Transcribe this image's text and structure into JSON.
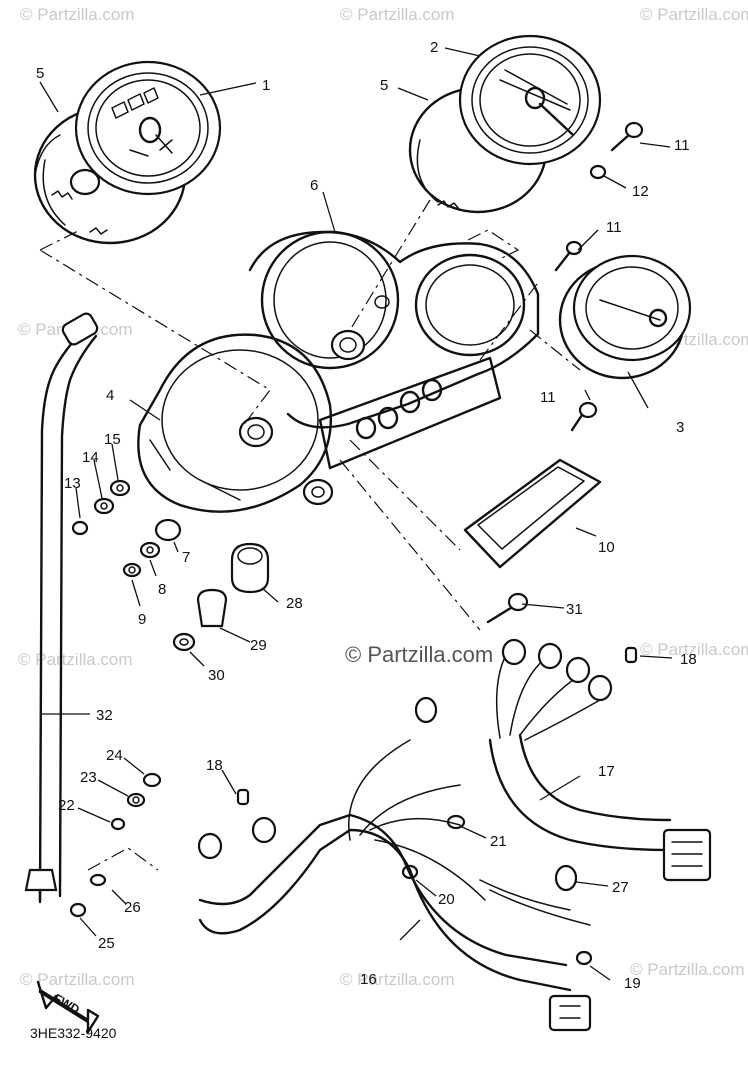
{
  "watermarks": [
    "© Partzilla.com",
    "© Partzilla.com",
    "© Partzilla.com",
    "© Partzilla.com",
    "© Partzilla.com",
    "© Partzilla.com",
    "© Partzilla.com",
    "© Partzilla.com",
    "© Partzilla.com",
    "© Partzilla.com"
  ],
  "center_watermark": "© Partzilla.com",
  "diagram_code": "3HE332-9420",
  "direction_label": "FWD",
  "callouts": [
    "1",
    "2",
    "3",
    "4",
    "5",
    "5",
    "6",
    "7",
    "8",
    "9",
    "10",
    "11",
    "11",
    "11",
    "12",
    "13",
    "14",
    "15",
    "16",
    "17",
    "18",
    "18",
    "19",
    "20",
    "21",
    "22",
    "23",
    "24",
    "25",
    "26",
    "27",
    "28",
    "29",
    "30",
    "31",
    "32"
  ]
}
